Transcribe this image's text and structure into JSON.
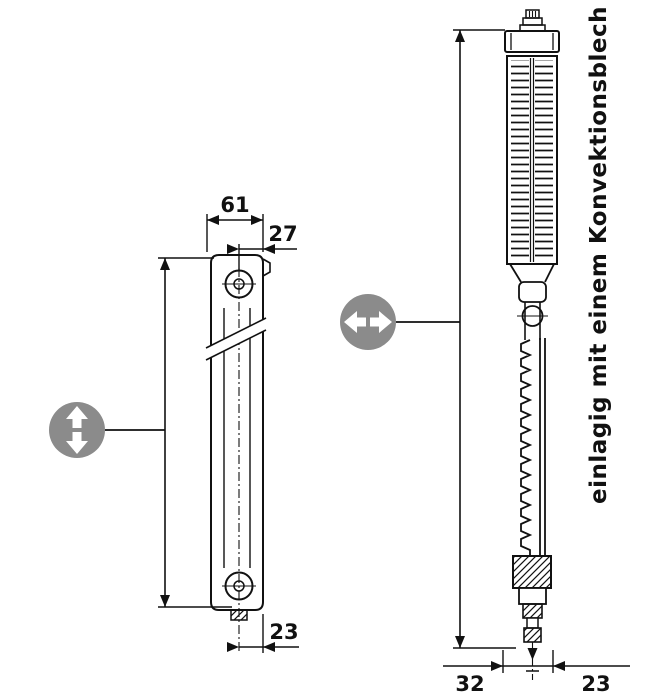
{
  "diagram_type": "radiator-cross-section-technical-drawing",
  "left_view": {
    "dim_depth_top": "61",
    "dim_top_offset": "27",
    "dim_bottom_offset": "23"
  },
  "right_view": {
    "dim_bottom_rear": "32",
    "dim_bottom_front": "23",
    "annotation": "einlagig mit einem Konvektionsblech"
  },
  "indicators": {
    "height": "arrow-up-down-icon",
    "depth": "arrow-left-right-icon"
  },
  "colors": {
    "line": "#111111",
    "indicator_bg": "#8b8b8b",
    "indicator_glyph": "#ffffff",
    "background": "#ffffff"
  }
}
